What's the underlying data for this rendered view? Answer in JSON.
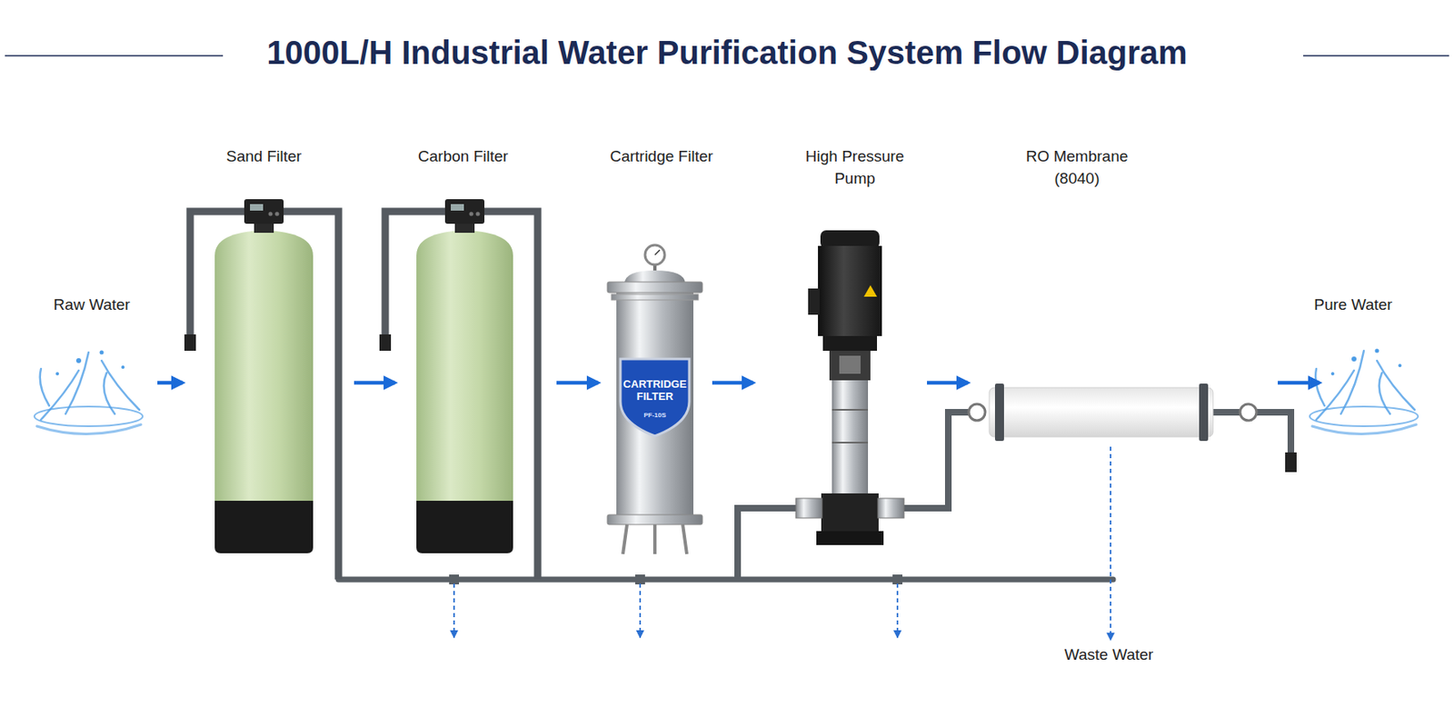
{
  "diagram": {
    "title": "1000L/H Industrial Water Purification System Flow Diagram",
    "nodes": [
      {
        "text": [
          "Raw Water"
        ]
      },
      {
        "text": [
          "Sand Filter"
        ]
      },
      {
        "text": [
          "Carbon Filter"
        ]
      },
      {
        "text": [
          "Cartridge Filter",
          "CARTRIDGE FILTER",
          "PF-10S"
        ]
      },
      {
        "text": [
          "High Pressure Pump"
        ]
      },
      {
        "text": [
          "RO Membrane (8040)"
        ]
      },
      {
        "text": [
          "Pure Water"
        ]
      },
      {
        "text": [
          "Waste Water"
        ]
      }
    ],
    "edges": [
      {
        "from": 0,
        "to": 1,
        "arrow": "to"
      },
      {
        "from": 1,
        "to": 2,
        "arrow": "to"
      },
      {
        "from": 2,
        "to": 3,
        "arrow": "to"
      },
      {
        "from": 3,
        "to": 4,
        "arrow": "to"
      },
      {
        "from": 4,
        "to": 5,
        "arrow": "to"
      },
      {
        "from": 5,
        "to": 6,
        "arrow": "to"
      },
      {
        "from": 5,
        "to": 7,
        "arrow": "to"
      }
    ]
  }
}
